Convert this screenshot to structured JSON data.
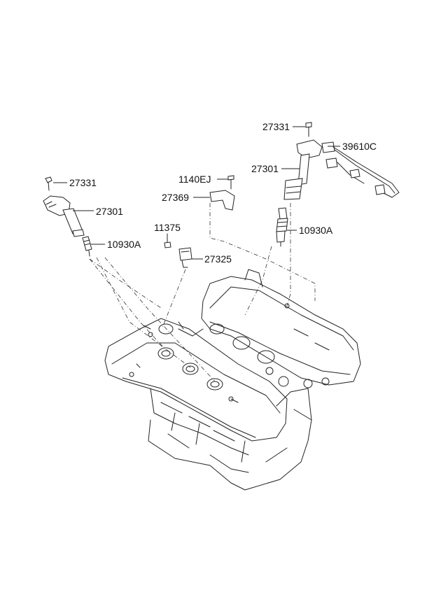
{
  "labels": {
    "p27331_left": "27331",
    "p27301_left": "27301",
    "p10930a_left": "10930A",
    "p1140ej": "1140EJ",
    "p27369": "27369",
    "p11375": "11375",
    "p27325": "27325",
    "p27331_right": "27331",
    "p39610c": "39610C",
    "p27301_right": "27301",
    "p10930a_right": "10930A"
  },
  "parts": [
    "bolt",
    "ignition-coil",
    "spark-plug",
    "bolt",
    "bracket",
    "bolt",
    "sensor",
    "bolt",
    "wiring-harness",
    "ignition-coil",
    "spark-plug",
    "engine-block"
  ]
}
